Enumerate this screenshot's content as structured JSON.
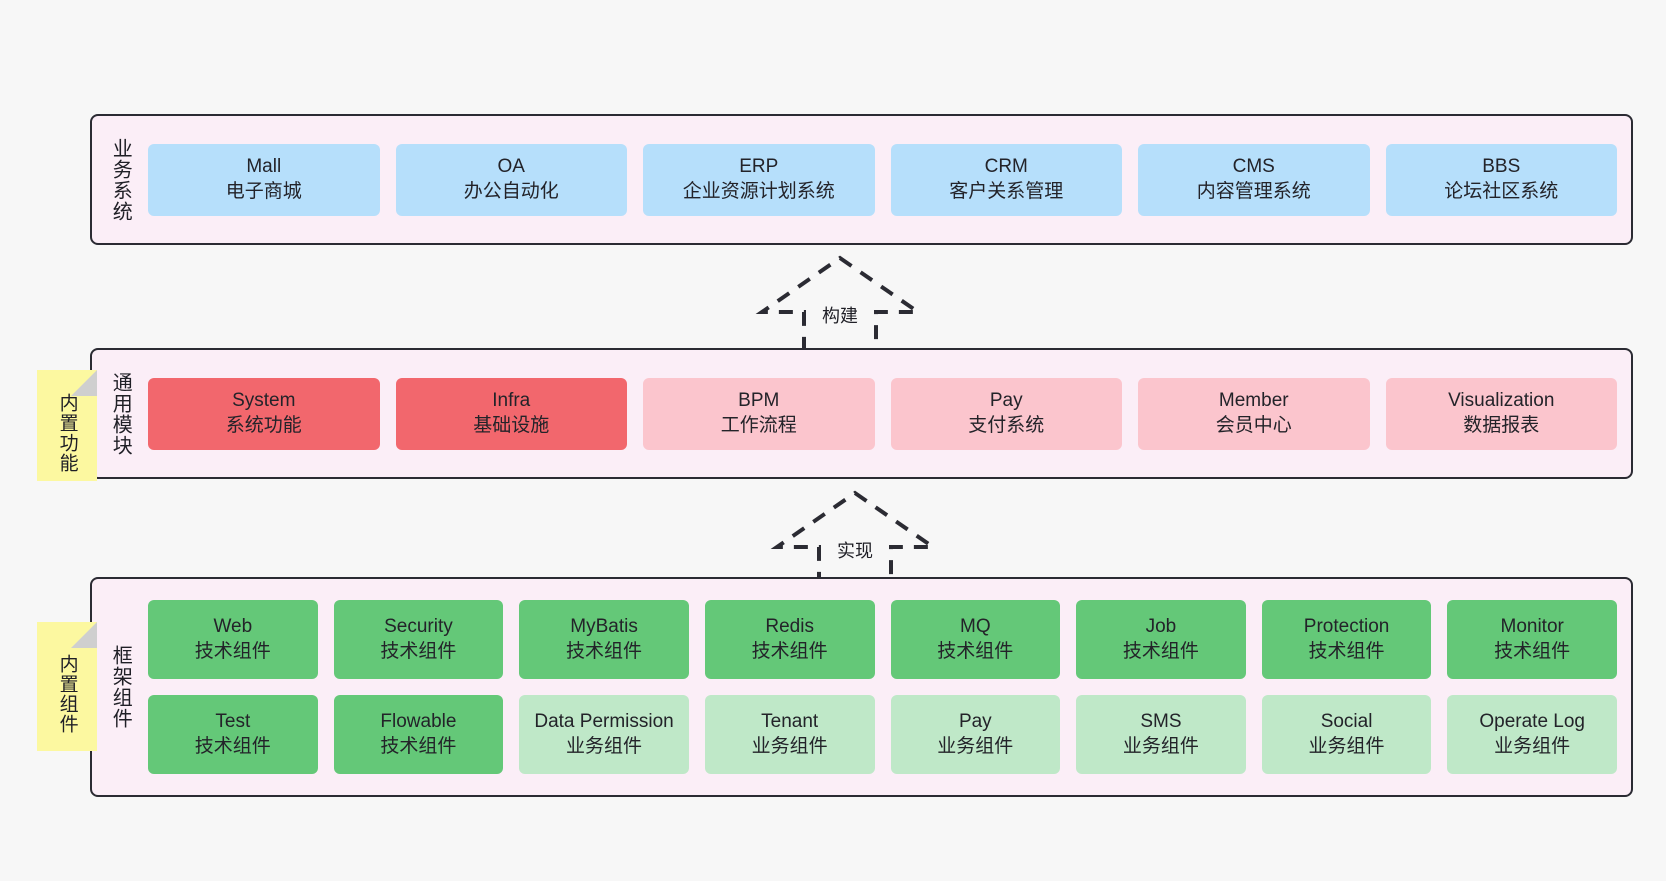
{
  "diagram": {
    "palette": {
      "layer_bg": "#fbeef7",
      "layer_border": "#2b2b33",
      "business": "#b6dffb",
      "module_core": "#f2676d",
      "module_extra": "#fbc5cd",
      "component_tech": "#64c878",
      "component_biz": "#bfe8c8",
      "note": "#fcf8a0",
      "page_bg": "#f7f7f7"
    },
    "notes": [
      {
        "name": "builtin-features",
        "text": "内置功能"
      },
      {
        "name": "builtin-components",
        "text": "内置组件"
      }
    ],
    "connectors": [
      {
        "name": "build",
        "label": "构建",
        "style": "dashed-hollow-arrow-up"
      },
      {
        "name": "implement",
        "label": "实现",
        "style": "dashed-hollow-arrow-up"
      }
    ],
    "layers": [
      {
        "id": "business",
        "title": "业务系统",
        "rows": [
          {
            "cells": [
              {
                "en": "Mall",
                "cn": "电子商城",
                "variant": "c-blue"
              },
              {
                "en": "OA",
                "cn": "办公自动化",
                "variant": "c-blue"
              },
              {
                "en": "ERP",
                "cn": "企业资源计划系统",
                "variant": "c-blue"
              },
              {
                "en": "CRM",
                "cn": "客户关系管理",
                "variant": "c-blue"
              },
              {
                "en": "CMS",
                "cn": "内容管理系统",
                "variant": "c-blue"
              },
              {
                "en": "BBS",
                "cn": "论坛社区系统",
                "variant": "c-blue"
              }
            ]
          }
        ]
      },
      {
        "id": "modules",
        "title": "通用模块",
        "rows": [
          {
            "cells": [
              {
                "en": "System",
                "cn": "系统功能",
                "variant": "c-red"
              },
              {
                "en": "Infra",
                "cn": "基础设施",
                "variant": "c-red"
              },
              {
                "en": "BPM",
                "cn": "工作流程",
                "variant": "c-pink"
              },
              {
                "en": "Pay",
                "cn": "支付系统",
                "variant": "c-pink"
              },
              {
                "en": "Member",
                "cn": "会员中心",
                "variant": "c-pink"
              },
              {
                "en": "Visualization",
                "cn": "数据报表",
                "variant": "c-pink"
              }
            ]
          }
        ]
      },
      {
        "id": "framework",
        "title": "框架组件",
        "rows": [
          {
            "cells": [
              {
                "en": "Web",
                "cn": "技术组件",
                "variant": "c-green"
              },
              {
                "en": "Security",
                "cn": "技术组件",
                "variant": "c-green"
              },
              {
                "en": "MyBatis",
                "cn": "技术组件",
                "variant": "c-green"
              },
              {
                "en": "Redis",
                "cn": "技术组件",
                "variant": "c-green"
              },
              {
                "en": "MQ",
                "cn": "技术组件",
                "variant": "c-green"
              },
              {
                "en": "Job",
                "cn": "技术组件",
                "variant": "c-green"
              },
              {
                "en": "Protection",
                "cn": "技术组件",
                "variant": "c-green"
              },
              {
                "en": "Monitor",
                "cn": "技术组件",
                "variant": "c-green"
              }
            ]
          },
          {
            "cells": [
              {
                "en": "Test",
                "cn": "技术组件",
                "variant": "c-green"
              },
              {
                "en": "Flowable",
                "cn": "技术组件",
                "variant": "c-green"
              },
              {
                "en": "Data Permission",
                "cn": "业务组件",
                "variant": "c-lightgreen"
              },
              {
                "en": "Tenant",
                "cn": "业务组件",
                "variant": "c-lightgreen"
              },
              {
                "en": "Pay",
                "cn": "业务组件",
                "variant": "c-lightgreen"
              },
              {
                "en": "SMS",
                "cn": "业务组件",
                "variant": "c-lightgreen"
              },
              {
                "en": "Social",
                "cn": "业务组件",
                "variant": "c-lightgreen"
              },
              {
                "en": "Operate Log",
                "cn": "业务组件",
                "variant": "c-lightgreen"
              }
            ]
          }
        ]
      }
    ]
  }
}
